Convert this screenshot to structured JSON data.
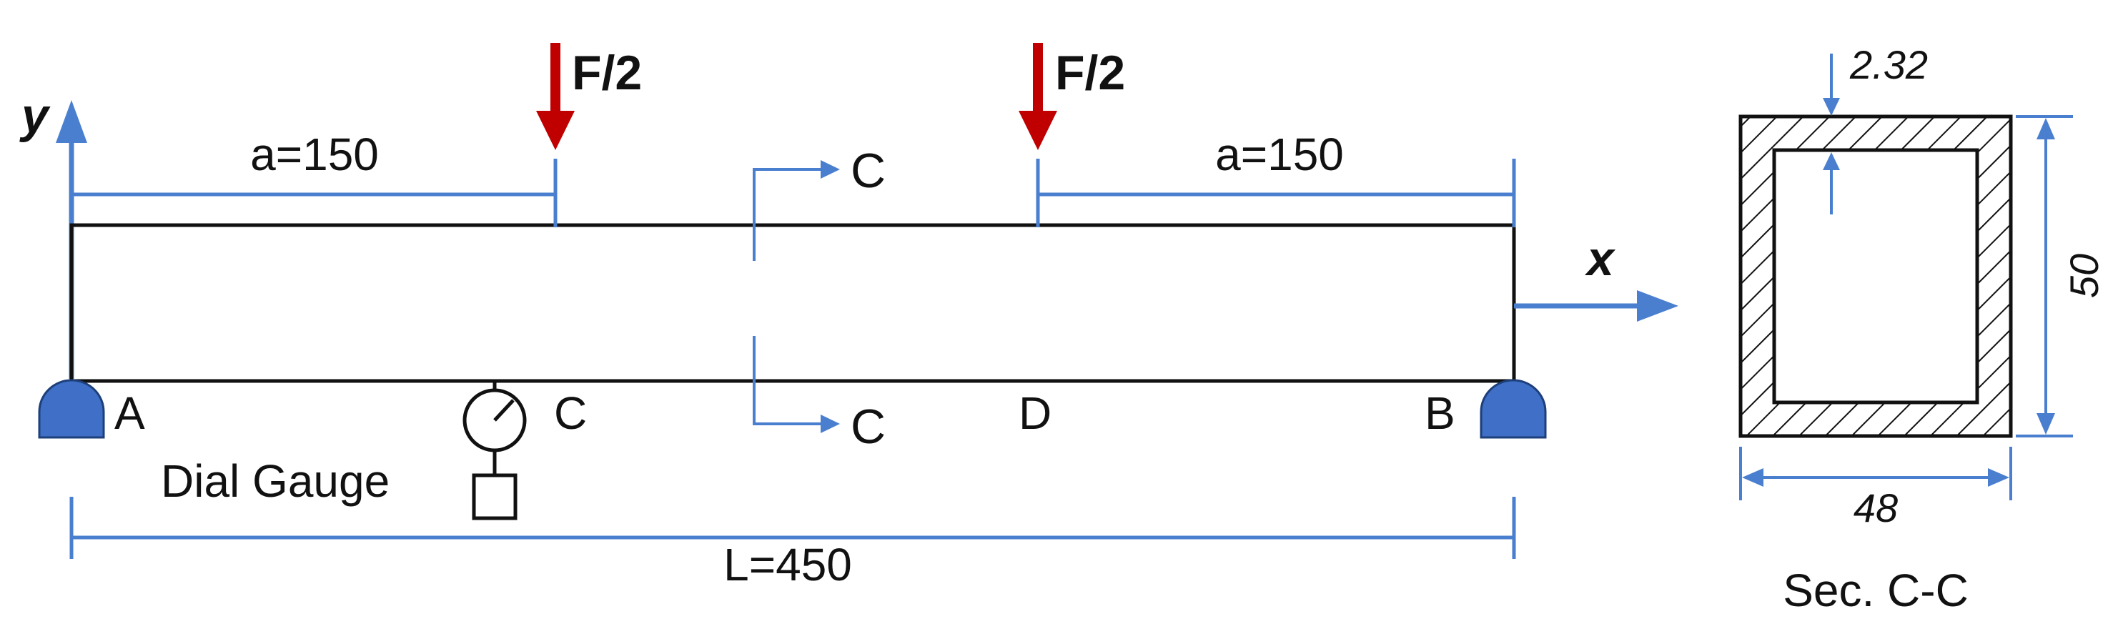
{
  "labels": {
    "axis_y": "y",
    "axis_x": "x",
    "load_left": "F/2",
    "load_right": "F/2",
    "dim_a_left": "a=150",
    "dim_a_right": "a=150",
    "dim_length": "L=450",
    "section_cut_top": "C",
    "section_cut_bottom": "C",
    "support_a": "A",
    "support_b": "B",
    "point_c": "C",
    "point_d": "D",
    "dial_gauge": "Dial Gauge",
    "wall_thickness": "2.32",
    "section_height": "50",
    "section_width": "48",
    "section_title": "Sec. C-C"
  },
  "colors": {
    "dimension_blue": "#4a7fcf",
    "load_red": "#c00000",
    "support_blue": "#3f6fc6",
    "outline": "#111111"
  }
}
